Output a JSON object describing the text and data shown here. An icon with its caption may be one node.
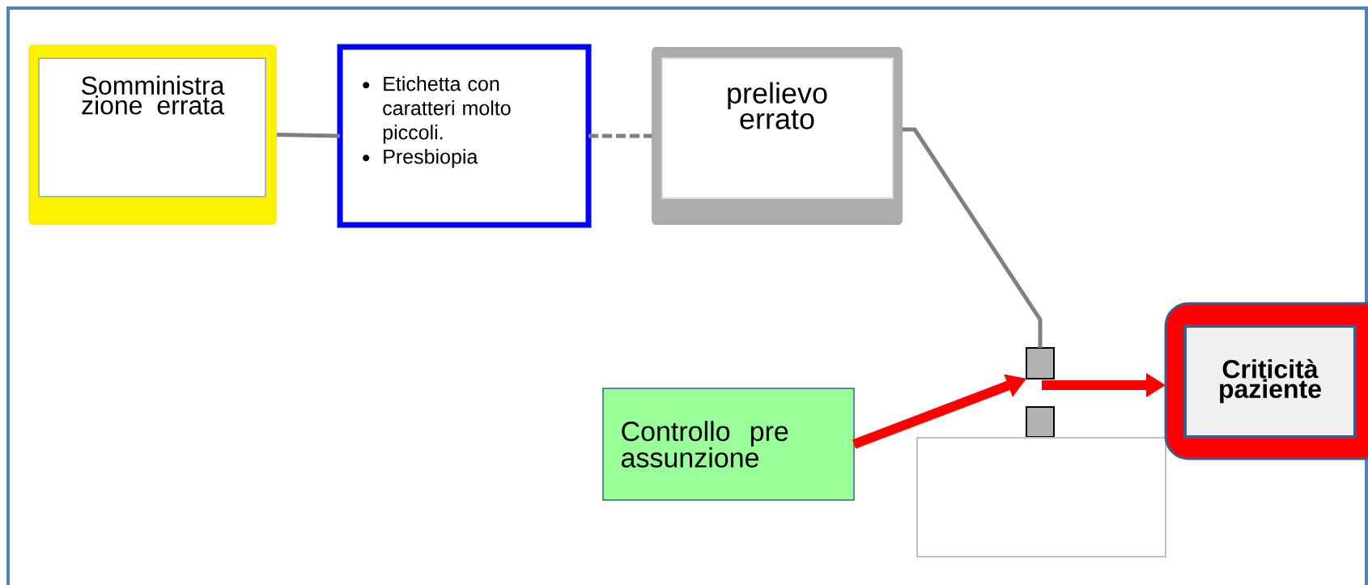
{
  "diagram": {
    "nodes": [
      {
        "text": [
          "Somministra zione errata"
        ]
      },
      {
        "text": [
          "Etichetta con caratteri molto piccoli.",
          "Presbiopia"
        ]
      },
      {
        "text": [
          "prelievo errato"
        ]
      },
      {
        "text": [],
        "shape": "box"
      },
      {
        "text": [],
        "shape": "box"
      },
      {
        "text": [],
        "shape": "box"
      },
      {
        "text": [
          "Criticità paziente"
        ]
      },
      {
        "text": [
          "Controllo pre assunzione"
        ]
      }
    ],
    "edges": [
      {
        "from": 0,
        "to": 1,
        "arrow": "none"
      },
      {
        "from": 1,
        "to": 2,
        "arrow": "none",
        "style": "dashed"
      },
      {
        "from": 2,
        "to": 3,
        "arrow": "none"
      },
      {
        "from": 7,
        "to": 3,
        "arrow": "to",
        "style": "thick",
        "color": "#ff0000"
      },
      {
        "from": 3,
        "to": 6,
        "arrow": "to",
        "style": "thick",
        "color": "#ff0000"
      }
    ]
  }
}
